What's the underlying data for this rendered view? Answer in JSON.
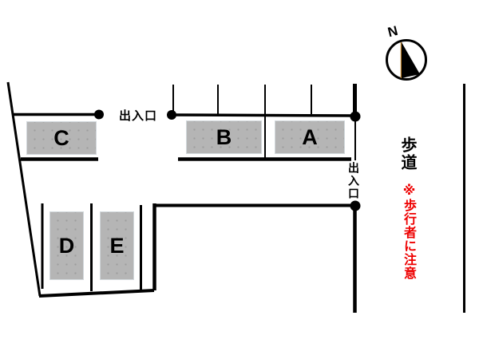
{
  "compass": {
    "north_label": "N"
  },
  "parking_spaces": [
    {
      "id": "A",
      "label": "A"
    },
    {
      "id": "B",
      "label": "B"
    },
    {
      "id": "C",
      "label": "C"
    },
    {
      "id": "D",
      "label": "D"
    },
    {
      "id": "E",
      "label": "E"
    }
  ],
  "labels": {
    "entrance_top": "出入口",
    "entrance_right": "出入口",
    "sidewalk": "歩道",
    "warning": "※歩行者に注意"
  },
  "colors": {
    "space_fill": "#b5b5b5",
    "space_dot": "#9d9d9d",
    "line": "#000000",
    "warning_red": "#ee0000",
    "needle_accent": "#b97e2a"
  }
}
